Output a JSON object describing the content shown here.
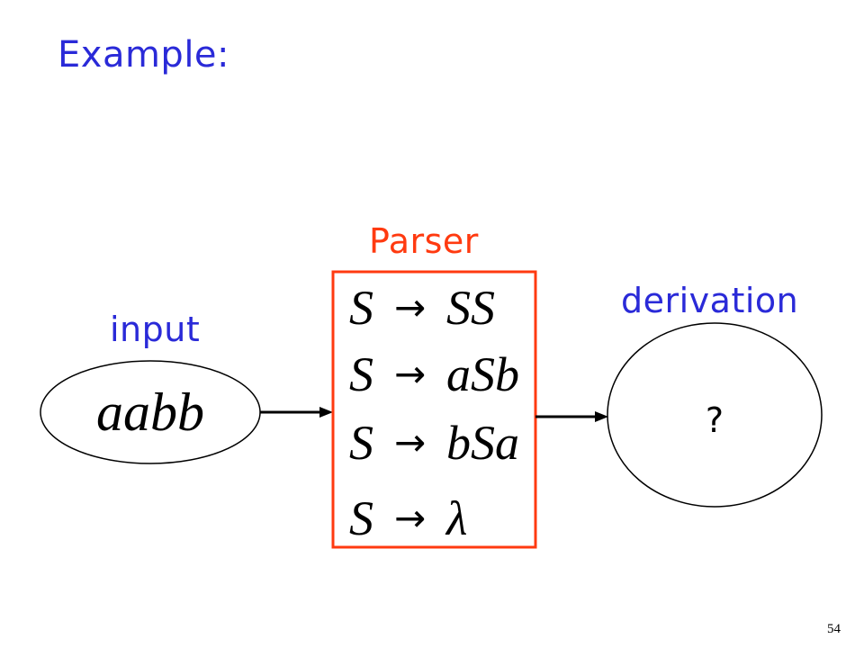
{
  "slide": {
    "title": "Example:",
    "page_number": "54"
  },
  "labels": {
    "parser": "Parser",
    "derivation": "derivation",
    "input": "input"
  },
  "input_string": "aabb",
  "grammar": {
    "rules": [
      {
        "lhs": "S",
        "arrow": "→",
        "rhs": "SS"
      },
      {
        "lhs": "S",
        "arrow": "→",
        "rhs": "aSb"
      },
      {
        "lhs": "S",
        "arrow": "→",
        "rhs": "bSa"
      },
      {
        "lhs": "S",
        "arrow": "→",
        "rhs": "λ"
      }
    ]
  },
  "derivation_result": "?",
  "colors": {
    "title_blue": "#2a2ad8",
    "parser_red": "#ff3a10",
    "stroke": "#000000"
  }
}
